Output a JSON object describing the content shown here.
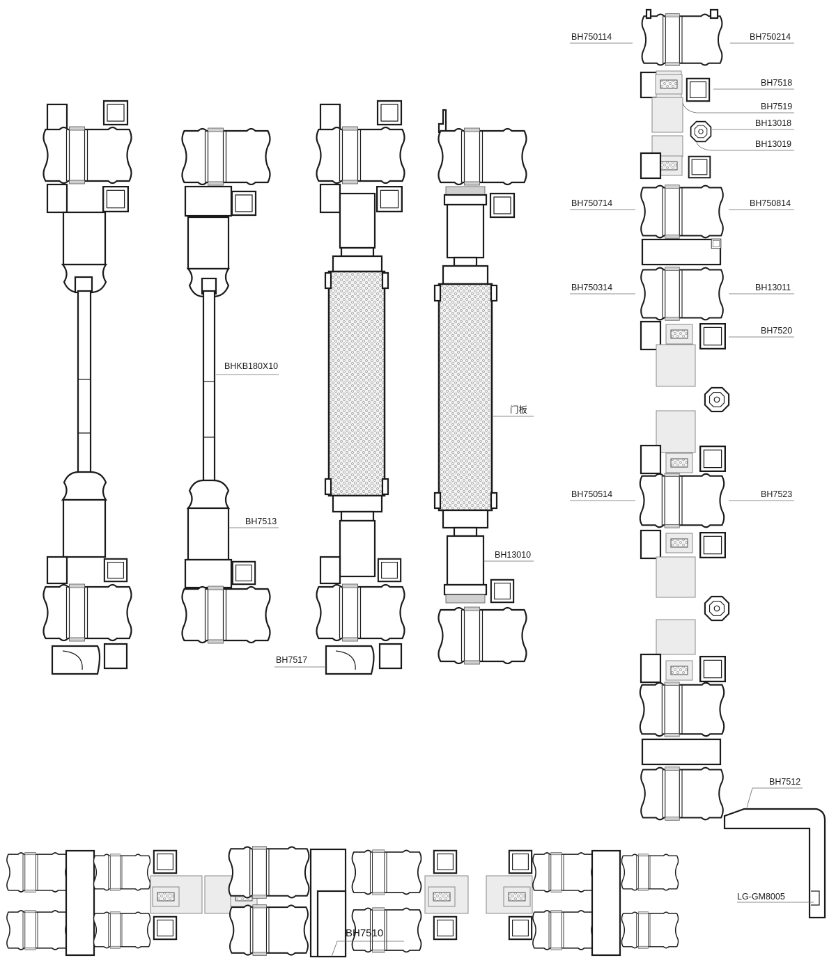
{
  "labels": {
    "bh750114": "BH750114",
    "bh750214": "BH750214",
    "bh7518": "BH7518",
    "bh7519": "BH7519",
    "bh13018": "BH13018",
    "bh13019": "BH13019",
    "bh750714": "BH750714",
    "bh750814": "BH750814",
    "bh750314": "BH750314",
    "bh13011": "BH13011",
    "bh7520": "BH7520",
    "bh750514": "BH750514",
    "bh7523": "BH7523",
    "bh7512": "BH7512",
    "lg_gm8005": "LG-GM8005",
    "bhkb180x10": "BHKB180X10",
    "bh7513": "BH7513",
    "bh7517": "BH7517",
    "door_panel": "门板",
    "bh13010": "BH13010",
    "bh7510": "BH7510"
  }
}
